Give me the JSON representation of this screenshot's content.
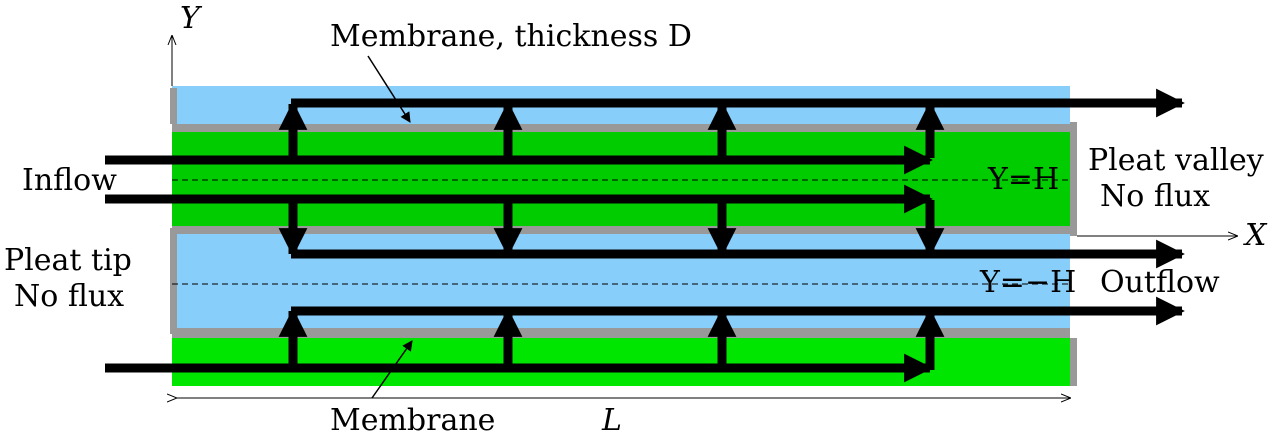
{
  "labels": {
    "y_axis": "Y",
    "x_axis": "X",
    "membrane_top": "Membrane, thickness D",
    "membrane_bottom": "Membrane",
    "inflow": "Inflow",
    "outflow": "Outflow",
    "pleat_valley_line1": "Pleat valley",
    "pleat_valley_line2": "No flux",
    "pleat_tip_line1": "Pleat tip",
    "pleat_tip_line2": "No flux",
    "y_plus_h": "Y=H",
    "y_minus_h": "Y=−H",
    "length": "L"
  },
  "colors": {
    "feed_channel": "#00cc00",
    "feed_channel_bottom": "#00e600",
    "permeate_channel": "#87cefa",
    "membrane": "#999999",
    "arrow": "#000000"
  }
}
